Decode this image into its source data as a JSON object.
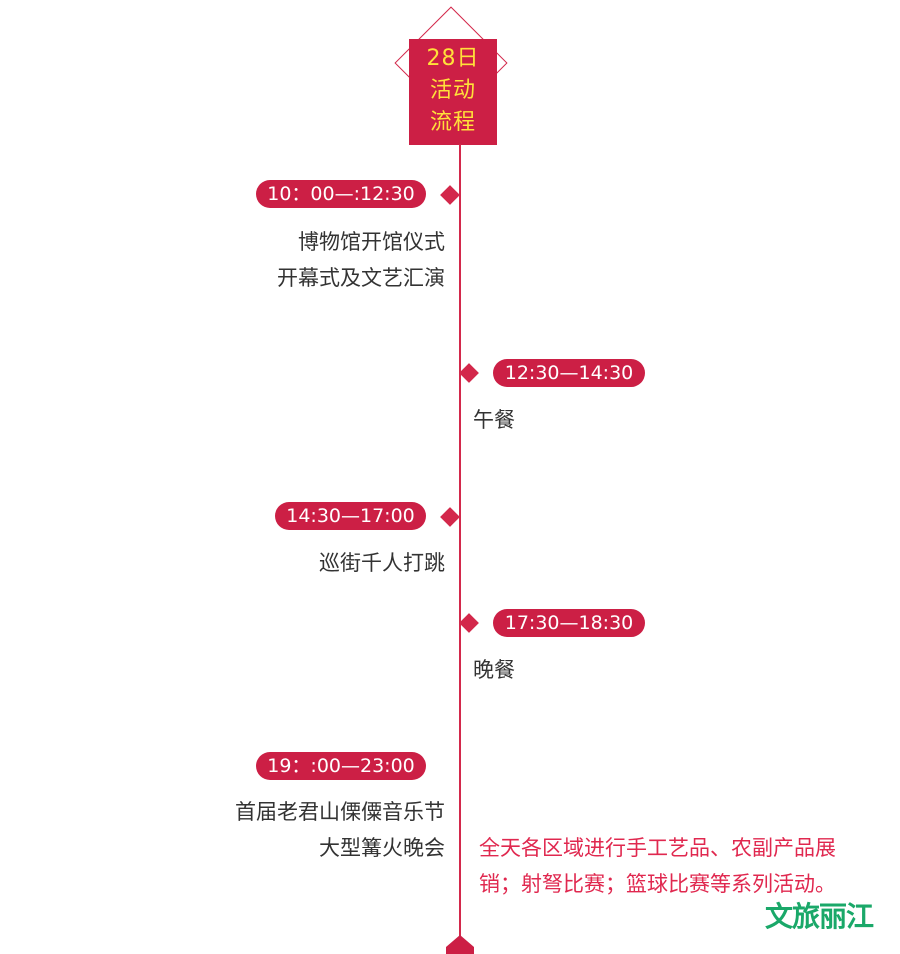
{
  "header": {
    "line1": "28日",
    "line2": "活动",
    "line3": "流程"
  },
  "events": [
    {
      "time": "10：00—:12:30",
      "lines": [
        "博物馆开馆仪式",
        "开幕式及文艺汇演"
      ]
    },
    {
      "time": "12:30—14:30",
      "lines": [
        "午餐"
      ]
    },
    {
      "time": "14:30—17:00",
      "lines": [
        "巡街千人打跳"
      ]
    },
    {
      "time": "17:30—18:30",
      "lines": [
        "晚餐"
      ]
    },
    {
      "time": "19：:00—23:00",
      "lines": [
        "首届老君山傈僳音乐节",
        "大型篝火晚会"
      ]
    }
  ],
  "note": {
    "line1": "全天各区域进行手工艺品、农副产品展",
    "line2": "销；射弩比赛；篮球比赛等系列活动。"
  },
  "watermark": "文旅丽江",
  "colors": {
    "accent": "#cc1f45",
    "header_text": "#ffe13a",
    "note_text": "#e0284f",
    "watermark": "#1aa869"
  }
}
